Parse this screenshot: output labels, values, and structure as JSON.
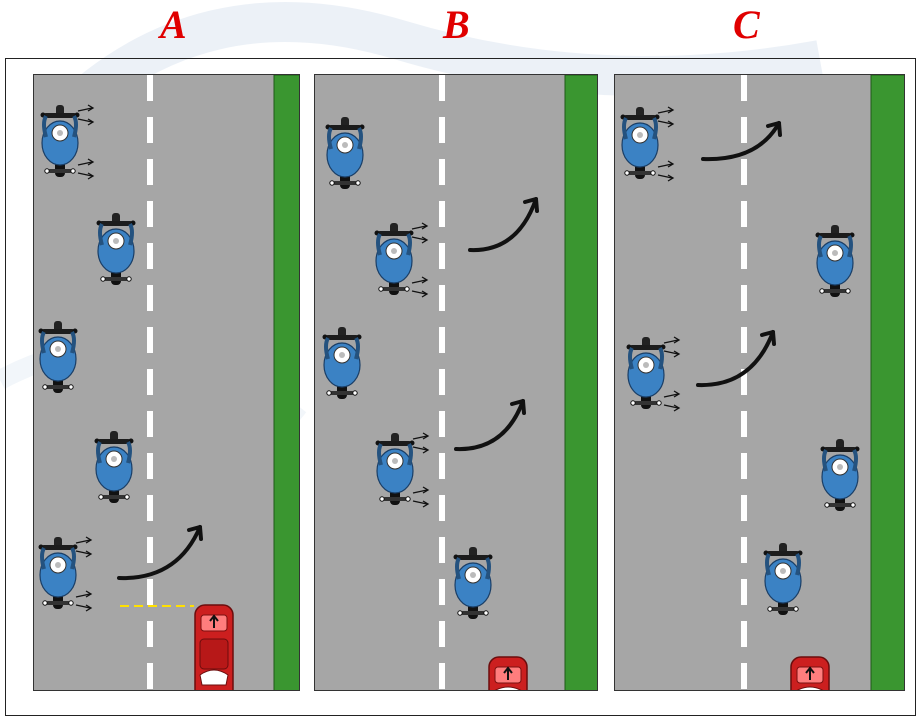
{
  "panels": [
    {
      "label": "A",
      "motorcycles": [
        {
          "lane": "left-edge",
          "signal": true
        },
        {
          "lane": "left-center",
          "signal": false
        },
        {
          "lane": "left-edge",
          "signal": false
        },
        {
          "lane": "left-center",
          "signal": false
        },
        {
          "lane": "left-edge",
          "signal": true
        }
      ],
      "lane_change_arrows": 1,
      "car": {
        "lane": "right",
        "view": "full",
        "measure_line": true
      }
    },
    {
      "label": "B",
      "motorcycles": [
        {
          "lane": "left-edge",
          "signal": false
        },
        {
          "lane": "left-center",
          "signal": true
        },
        {
          "lane": "left-edge",
          "signal": false
        },
        {
          "lane": "left-center",
          "signal": true
        },
        {
          "lane": "right-center",
          "signal": false
        }
      ],
      "lane_change_arrows": 2,
      "car": {
        "lane": "right",
        "view": "partial",
        "measure_line": false
      }
    },
    {
      "label": "C",
      "motorcycles": [
        {
          "lane": "left-edge",
          "signal": true
        },
        {
          "lane": "right-edge",
          "signal": false
        },
        {
          "lane": "left-edge",
          "signal": true
        },
        {
          "lane": "right-edge",
          "signal": false
        },
        {
          "lane": "right-center",
          "signal": false
        }
      ],
      "lane_change_arrows": 2,
      "car": {
        "lane": "right",
        "view": "partial",
        "measure_line": false
      }
    }
  ],
  "colors": {
    "label": "#e00000",
    "road": "#a6a6a6",
    "grass": "#3a9630",
    "lane_marking": "#ffffff",
    "motorcycle": "#3b82c4",
    "car": "#cc1f1f",
    "measure_line": "#ffe000"
  }
}
